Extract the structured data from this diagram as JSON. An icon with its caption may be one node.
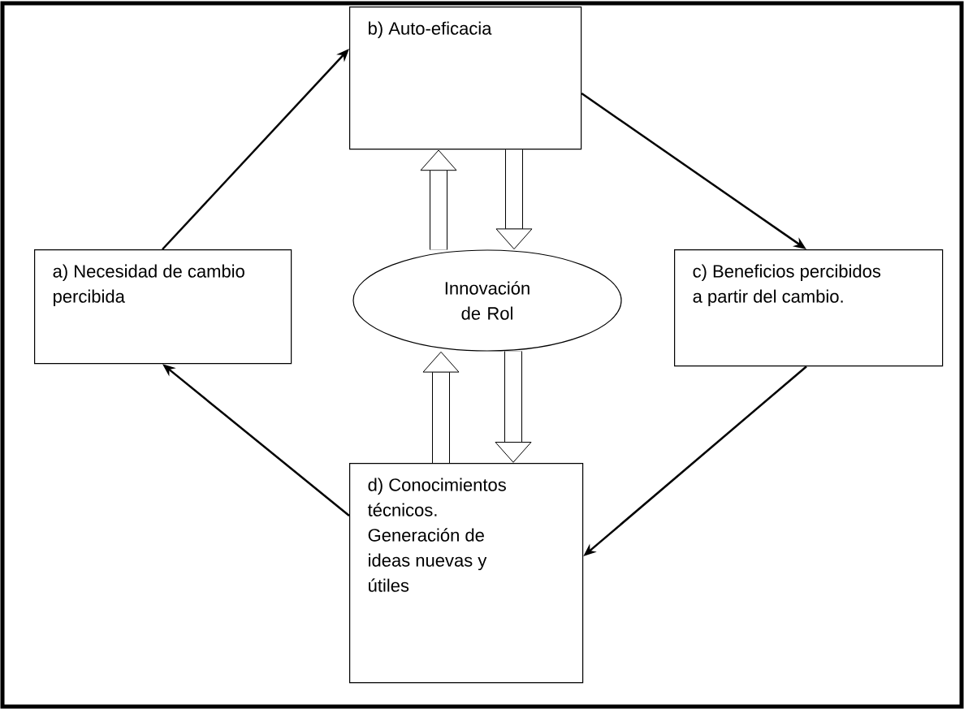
{
  "diagram": {
    "nodes": [
      {
        "text": [
          "b) Auto-eficacia"
        ]
      },
      {
        "text": [
          "a) Necesidad de cambio percibida"
        ]
      },
      {
        "text": [
          "Innovación de Rol"
        ]
      },
      {
        "text": [
          "c) Beneficios percibidos a partir del cambio."
        ]
      },
      {
        "text": [
          "d) Conocimientos técnicos. Generación de ideas nuevas y útiles"
        ]
      }
    ],
    "edges": [
      {
        "from": 1,
        "to": 0,
        "arrow": "to"
      },
      {
        "from": 0,
        "to": 3,
        "arrow": "to"
      },
      {
        "from": 3,
        "to": 4,
        "arrow": "to"
      },
      {
        "from": 4,
        "to": 1,
        "arrow": "to"
      },
      {
        "from": 2,
        "to": 0,
        "arrow": "to",
        "style": "thick"
      },
      {
        "from": 0,
        "to": 2,
        "arrow": "to",
        "style": "thick"
      },
      {
        "from": 4,
        "to": 2,
        "arrow": "to",
        "style": "thick"
      },
      {
        "from": 2,
        "to": 4,
        "arrow": "to",
        "style": "thick"
      }
    ]
  }
}
